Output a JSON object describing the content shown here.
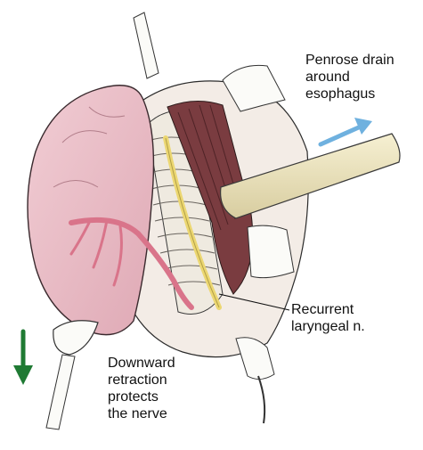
{
  "labels": {
    "penrose_drain": "Penrose drain\naround\nesophagus",
    "recurrent_nerve": "Recurrent\nlaryngeal n.",
    "downward_retraction": "Downward\nretraction\nprotects\nthe nerve"
  },
  "colors": {
    "gland": "#e9bcc6",
    "gland_outline": "#3a2a2e",
    "artery": "#d9748a",
    "nerve": "#ecd772",
    "muscle": "#7a3c40",
    "drain": "#efe7bf",
    "trachea": "#efeae0",
    "retractor": "#fbfbf8",
    "drain_arrow": "#6fb1df",
    "retraction_arrow": "#1f7a33"
  },
  "icons": {
    "drain_direction": "arrow-up-right-icon",
    "retraction_direction": "arrow-down-icon"
  }
}
